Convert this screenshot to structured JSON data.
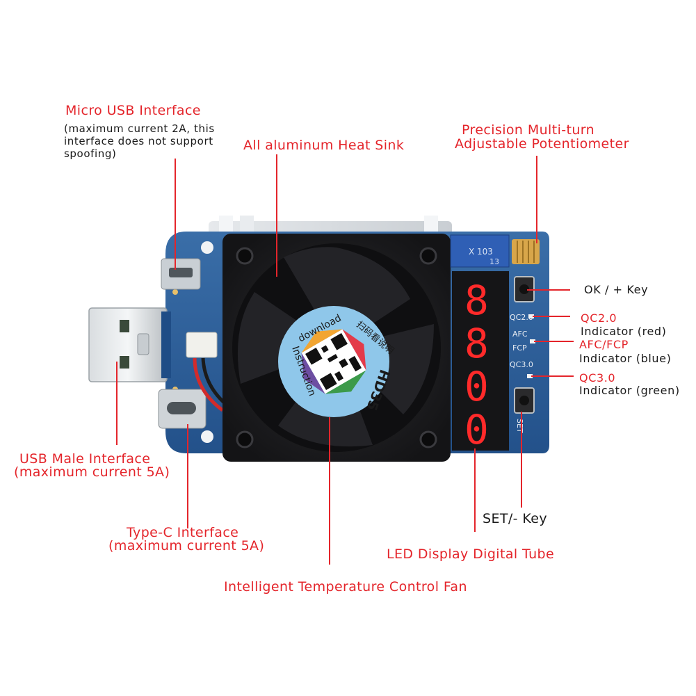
{
  "labels": {
    "micro_usb_title": "Micro USB Interface",
    "micro_usb_note_1": "(maximum current 2A, this",
    "micro_usb_note_2": "interface does not support",
    "micro_usb_note_3": "spoofing)",
    "heat_sink": "All aluminum Heat Sink",
    "potentiometer_1": "Precision Multi-turn",
    "potentiometer_2": "Adjustable Potentiometer",
    "ok_key": "OK / + Key",
    "qc20_1": "QC2.0",
    "qc20_2": "Indicator (red)",
    "afc_1": "AFC/FCP",
    "afc_2": "Indicator (blue)",
    "qc30_1": "QC3.0",
    "qc30_2": "Indicator (green)",
    "usb_male_1": "USB Male Interface",
    "usb_male_2": "(maximum current 5A)",
    "set_key": "SET/- Key",
    "typec_1": "Type-C Interface",
    "typec_2": "(maximum current 5A)",
    "led_display": "LED Display Digital Tube",
    "fan": "Intelligent Temperature Control Fan"
  },
  "board": {
    "sticker_download": "download",
    "sticker_instruction": "Instruction",
    "sticker_model": "HD35",
    "sticker_chinese": "扫码看说明",
    "pot_code": "X 103",
    "pot_code_2": "13",
    "silk_qc2": "QC2.0",
    "silk_afc": "AFC",
    "silk_fcp": "FCP",
    "silk_qc3": "QC3.0",
    "silk_set": "SET",
    "digits": [
      "8",
      "8",
      "0",
      "0"
    ]
  },
  "colors": {
    "label_red": "#e4252b",
    "pcb_blue": "#2b5a93",
    "led_red": "#ff2a2a",
    "fan_black": "#1b1b1d",
    "sticker_blue": "#8fc7ea"
  }
}
